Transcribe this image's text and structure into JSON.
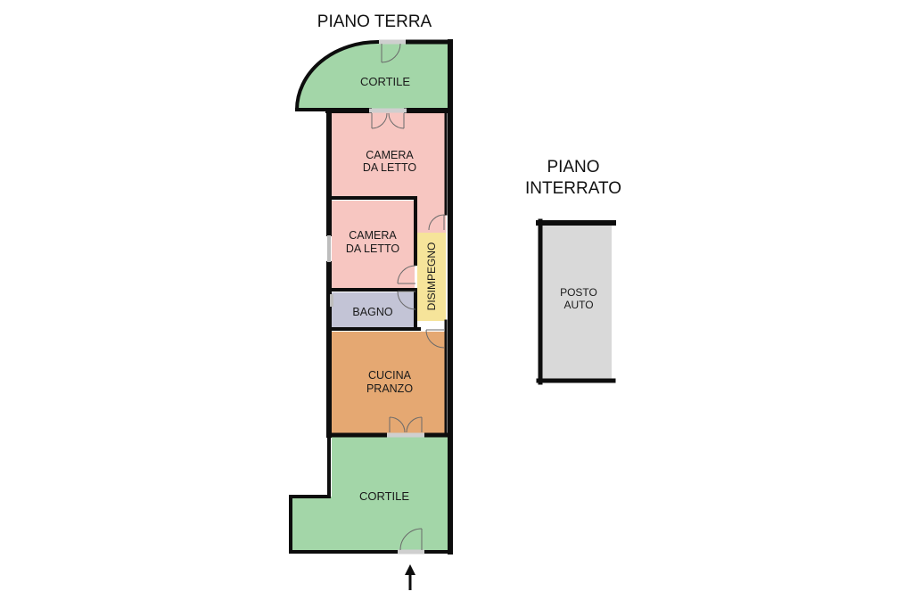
{
  "titles": {
    "ground_floor": "PIANO TERRA",
    "basement_line1": "PIANO",
    "basement_line2": "INTERRATO"
  },
  "rooms": {
    "cortile_top": "CORTILE",
    "camera_1_line1": "CAMERA",
    "camera_1_line2": "DA LETTO",
    "camera_2_line1": "CAMERA",
    "camera_2_line2": "DA LETTO",
    "disimpegno": "DISIMPEGNO",
    "bagno": "BAGNO",
    "cucina_line1": "CUCINA",
    "cucina_line2": "PRANZO",
    "cortile_bottom": "CORTILE",
    "posto_auto_line1": "POSTO",
    "posto_auto_line2": "AUTO"
  },
  "colors": {
    "courtyard": "#a3d6a8",
    "bedroom": "#f7c6c1",
    "hallway": "#f6e49a",
    "bathroom": "#c3c4d6",
    "kitchen": "#e5a872",
    "parking": "#d9d9d9",
    "wall": "#0d0d0d"
  }
}
